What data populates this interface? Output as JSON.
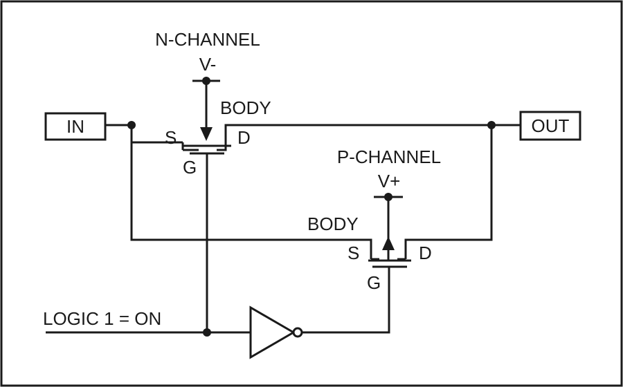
{
  "diagram": {
    "in_label": "IN",
    "out_label": "OUT",
    "nmos": {
      "title": "N-CHANNEL",
      "supply": "V-",
      "body": "BODY",
      "source": "S",
      "drain": "D",
      "gate": "G"
    },
    "pmos": {
      "title": "P-CHANNEL",
      "supply": "V+",
      "body": "BODY",
      "source": "S",
      "drain": "D",
      "gate": "G"
    },
    "logic_label": "LOGIC 1 = ON"
  },
  "colors": {
    "line": "#1a1a1a",
    "background": "#ffffff"
  }
}
